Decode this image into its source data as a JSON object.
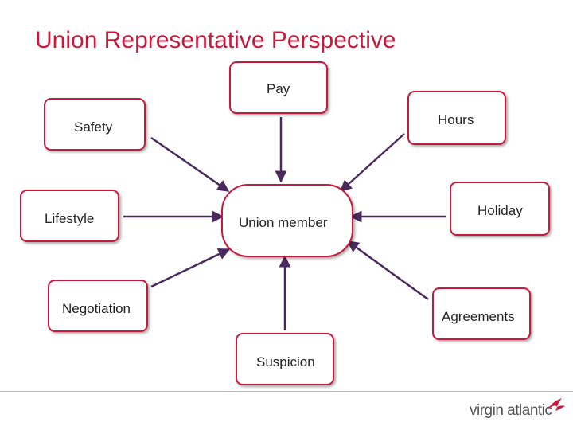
{
  "title": "Union Representative Perspective",
  "center": {
    "label": "Union member"
  },
  "nodes": {
    "pay": "Pay",
    "hours": "Hours",
    "safety": "Safety",
    "lifestyle": "Lifestyle",
    "holiday": "Holiday",
    "negotiation": "Negotiation",
    "agreements": "Agreements",
    "suspicion": "Suspicion"
  },
  "footer": {
    "logo_text": "virgin atlantic"
  },
  "colors": {
    "accent": "#c8193c",
    "arrow": "#4a2a5e"
  }
}
